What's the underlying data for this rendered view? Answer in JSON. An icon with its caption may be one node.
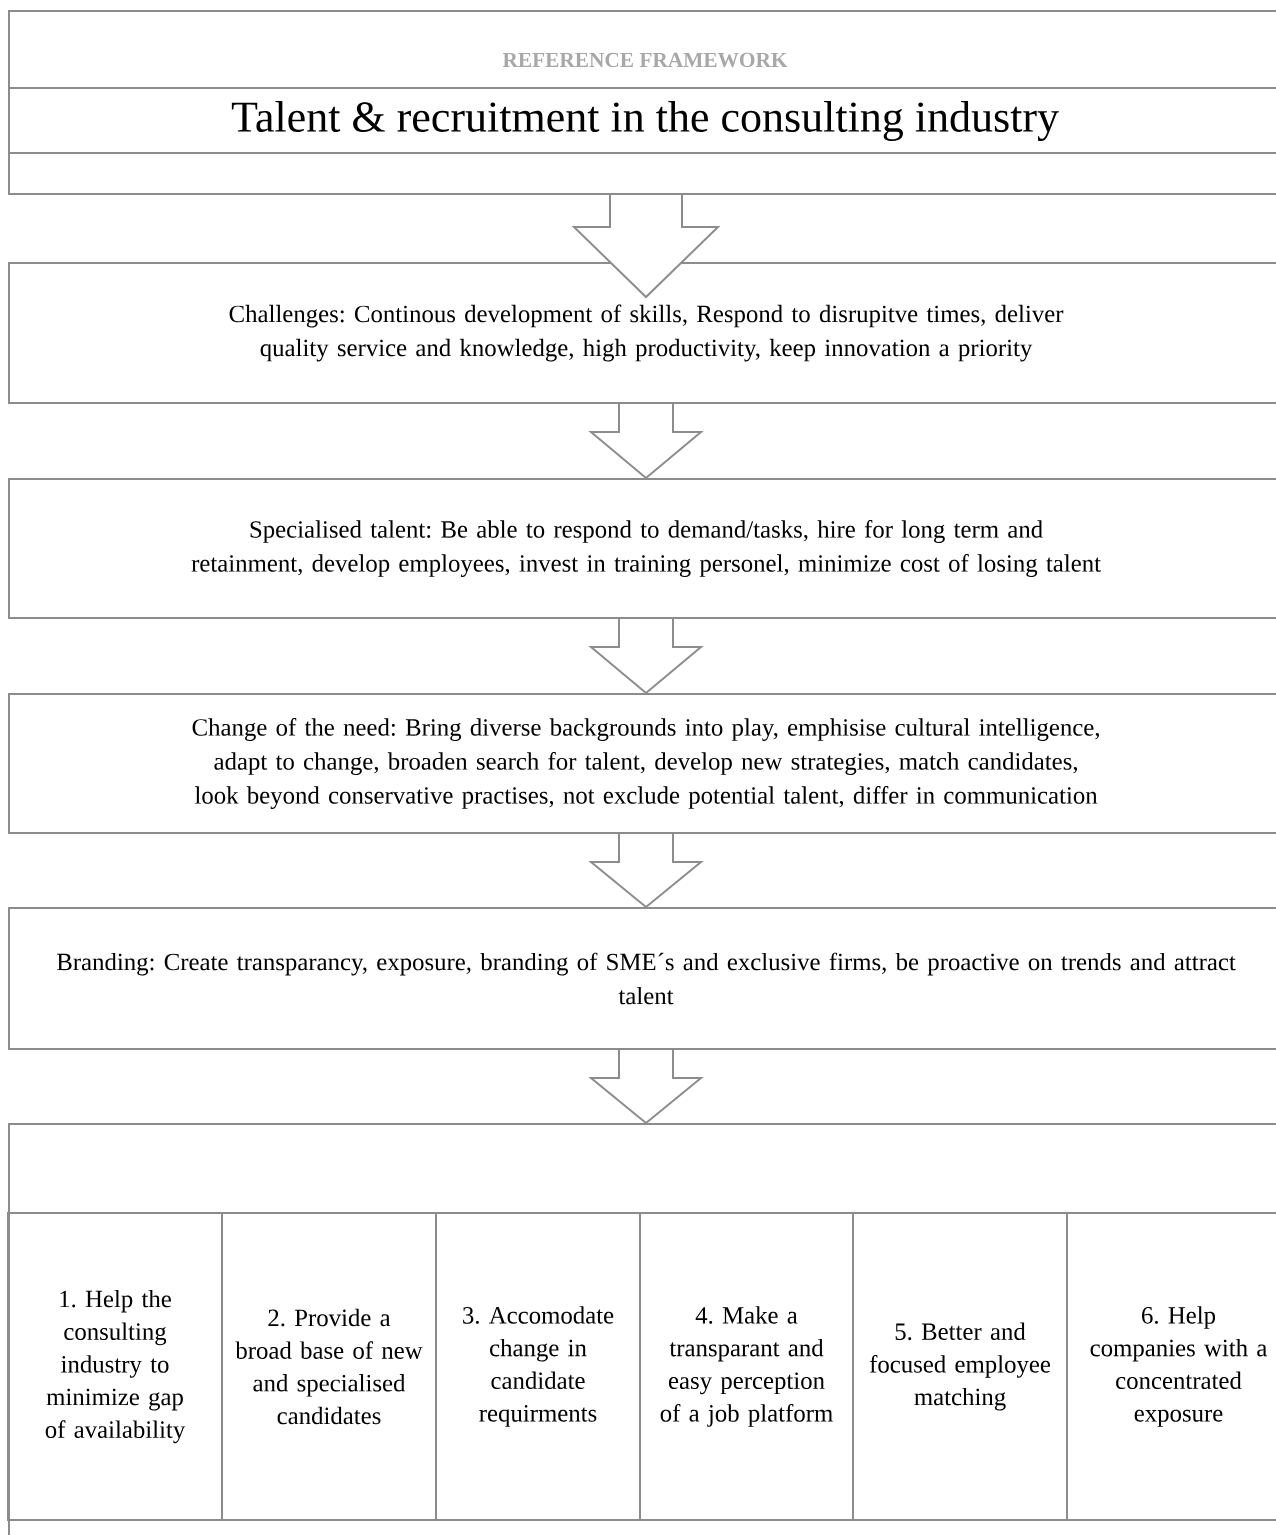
{
  "diagram": {
    "nodes": [
      {
        "text": [
          "REFERENCE FRAMEWORK",
          "Talent & recruitment in the consulting industry"
        ]
      },
      {
        "text": [
          "Challenges: Continous development of skills, Respond to disrupitve times, deliver quality service and knowledge, high productivity, keep innovation a priority"
        ]
      },
      {
        "text": [
          "Specialised talent: Be able to respond to demand/tasks, hire for long term and retainment, develop employees, invest in training personel, minimize cost of losing talent"
        ]
      },
      {
        "text": [
          "Change of the need: Bring diverse backgrounds into play, emphisise cultural intelligence, adapt to change, broaden search for talent, develop new strategies, match candidates, look beyond conservative practises, not exclude potential talent, differ in communication"
        ]
      },
      {
        "text": [
          "Branding: Create transparancy, exposure, branding of SME´s and exclusive firms, be proactive on trends and attract talent"
        ]
      },
      {
        "text": [],
        "shape": "box"
      },
      {
        "text": [
          "1. Help the consulting industry to minimize gap of availability"
        ],
        "in": 5
      },
      {
        "text": [
          "2. Provide a broad base of new and specialised candidates"
        ],
        "in": 5
      },
      {
        "text": [
          "3. Accomodate change in candidate requirments"
        ],
        "in": 5
      },
      {
        "text": [
          "4. Make a transparant and easy perception of a job platform"
        ],
        "in": 5
      },
      {
        "text": [
          "5. Better and focused employee matching"
        ],
        "in": 5
      },
      {
        "text": [
          "6. Help companies with a concentrated exposure"
        ],
        "in": 5
      }
    ],
    "edges": [
      {
        "from": 0,
        "to": 1,
        "arrow": "to"
      },
      {
        "from": 1,
        "to": 2,
        "arrow": "to"
      },
      {
        "from": 2,
        "to": 3,
        "arrow": "to"
      },
      {
        "from": 3,
        "to": 4,
        "arrow": "to"
      },
      {
        "from": 4,
        "to": 5,
        "arrow": "to"
      }
    ]
  }
}
